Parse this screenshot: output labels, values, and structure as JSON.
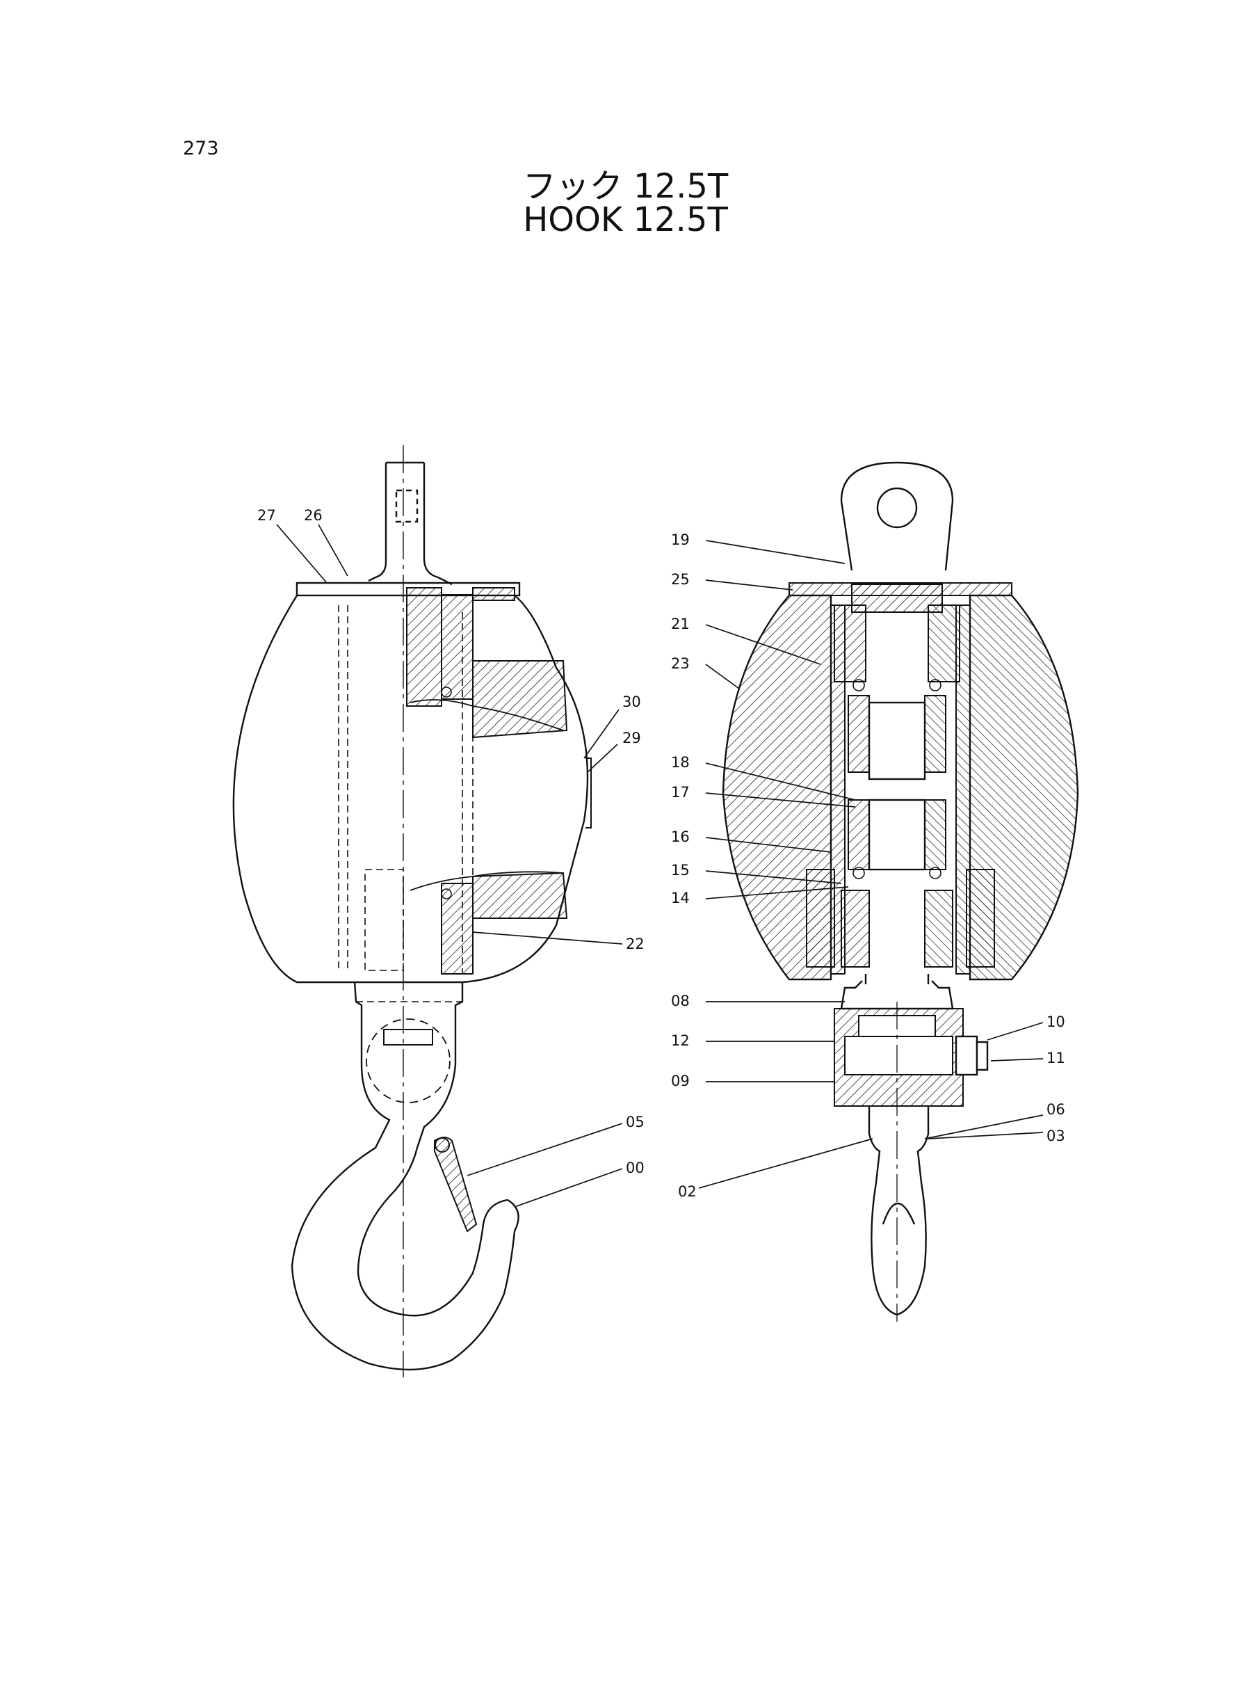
{
  "page_number": "273",
  "title_jp": "フック 12.5T",
  "title_en": "HOOK 12.5T",
  "callouts_left": [
    "27",
    "26",
    "30",
    "29",
    "22",
    "05",
    "00"
  ],
  "callouts_right": [
    "19",
    "25",
    "21",
    "23",
    "18",
    "17",
    "16",
    "15",
    "14",
    "08",
    "12",
    "09",
    "10",
    "11",
    "06",
    "03",
    "02"
  ]
}
